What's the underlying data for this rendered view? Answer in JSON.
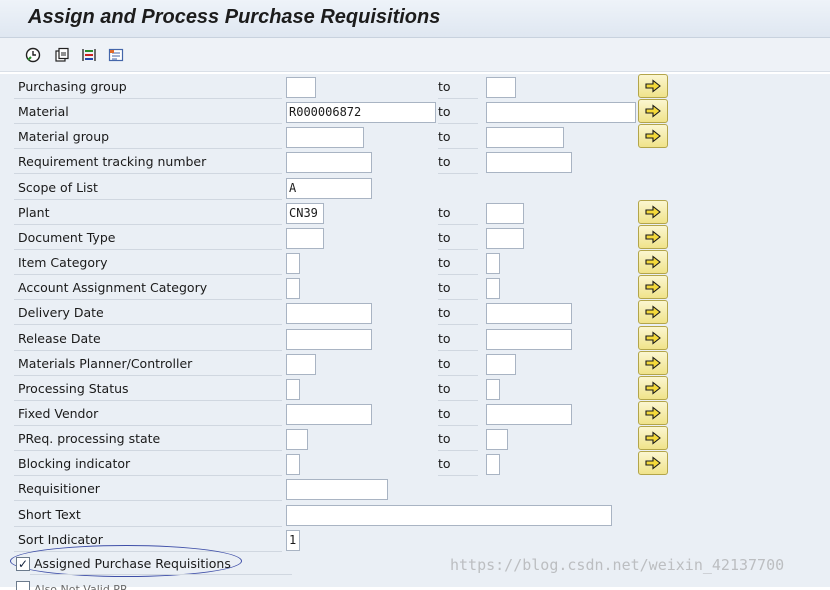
{
  "title": "Assign and Process Purchase Requisitions",
  "toolbar": {
    "buttons": [
      {
        "icon": "execute-clock-icon"
      },
      {
        "icon": "get-variant-icon"
      },
      {
        "icon": "selection-options-icon"
      },
      {
        "icon": "dynamic-selections-icon"
      }
    ]
  },
  "to_label": "to",
  "fields": [
    {
      "label": "Purchasing group",
      "low": "",
      "high": ""
    },
    {
      "label": "Material",
      "low": "R000006872",
      "high": ""
    },
    {
      "label": "Material group",
      "low": "",
      "high": ""
    },
    {
      "label": "Requirement tracking number",
      "low": "",
      "high": ""
    },
    {
      "label": "Scope of List",
      "low": "A"
    },
    {
      "label": "Plant",
      "low": "CN39",
      "high": ""
    },
    {
      "label": "Document Type",
      "low": "",
      "high": ""
    },
    {
      "label": "Item Category",
      "low": "",
      "high": ""
    },
    {
      "label": "Account Assignment Category",
      "low": "",
      "high": ""
    },
    {
      "label": "Delivery Date",
      "low": "",
      "high": ""
    },
    {
      "label": "Release Date",
      "low": "",
      "high": ""
    },
    {
      "label": "Materials Planner/Controller",
      "low": "",
      "high": ""
    },
    {
      "label": "Processing Status",
      "low": "",
      "high": ""
    },
    {
      "label": "Fixed Vendor",
      "low": "",
      "high": ""
    },
    {
      "label": "PReq. processing state",
      "low": "",
      "high": ""
    },
    {
      "label": "Blocking indicator",
      "low": "",
      "high": ""
    },
    {
      "label": "Requisitioner",
      "low": ""
    },
    {
      "label": "Short Text",
      "low": ""
    },
    {
      "label": "Sort Indicator",
      "low": "1"
    }
  ],
  "checkbox": {
    "label": "Assigned Purchase Requisitions",
    "checked": true,
    "mark": "✓"
  },
  "next_checkbox": {
    "label": "Also Not Valid PR"
  },
  "watermark": "https://blog.csdn.net/weixin_42137700",
  "colors": {
    "accent_oval": "#3f4fa8",
    "multi_button": "#f0e38a"
  }
}
